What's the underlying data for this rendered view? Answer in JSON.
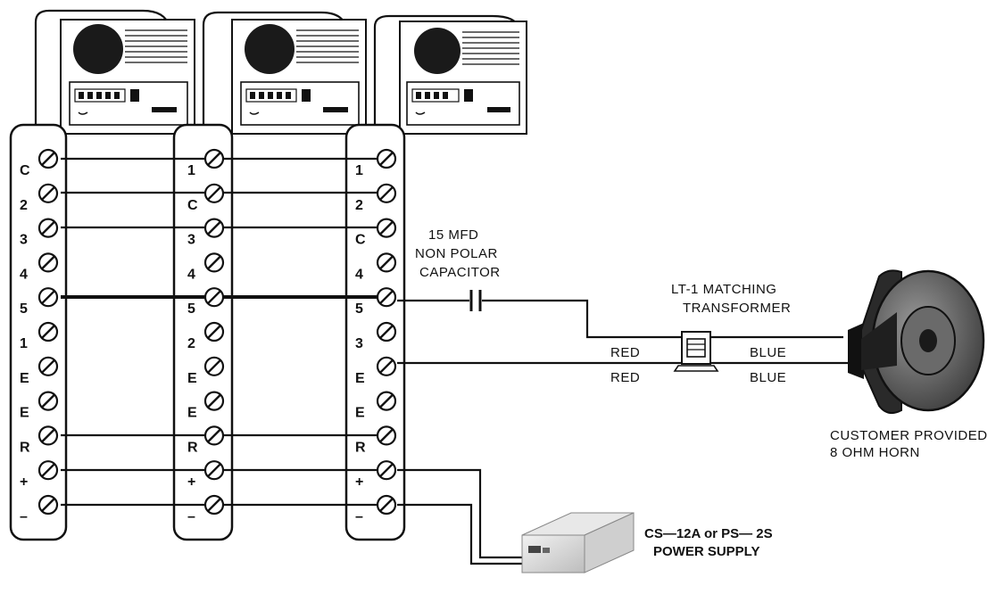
{
  "strips": [
    {
      "name": "station-1",
      "labels": [
        "C",
        "2",
        "3",
        "4",
        "5",
        "1",
        "E",
        "E",
        "R",
        "+",
        "–"
      ]
    },
    {
      "name": "station-2",
      "labels": [
        "1",
        "C",
        "3",
        "4",
        "5",
        "2",
        "E",
        "E",
        "R",
        "+",
        "–"
      ]
    },
    {
      "name": "station-3",
      "labels": [
        "1",
        "2",
        "C",
        "4",
        "5",
        "3",
        "E",
        "E",
        "R",
        "+",
        "–"
      ]
    }
  ],
  "capacitor": {
    "line1": "15 MFD",
    "line2": "NON POLAR",
    "line3": "CAPACITOR"
  },
  "transformer": {
    "line1": "LT-1 MATCHING",
    "line2": "TRANSFORMER"
  },
  "wire_labels": {
    "red_top": "RED",
    "red_bottom": "RED",
    "blue_top": "BLUE",
    "blue_bottom": "BLUE"
  },
  "horn": {
    "line1": "CUSTOMER PROVIDED",
    "line2": "8 OHM HORN"
  },
  "power_supply": {
    "line1": "CS—12A or PS— 2S",
    "line2": "POWER SUPPLY"
  }
}
